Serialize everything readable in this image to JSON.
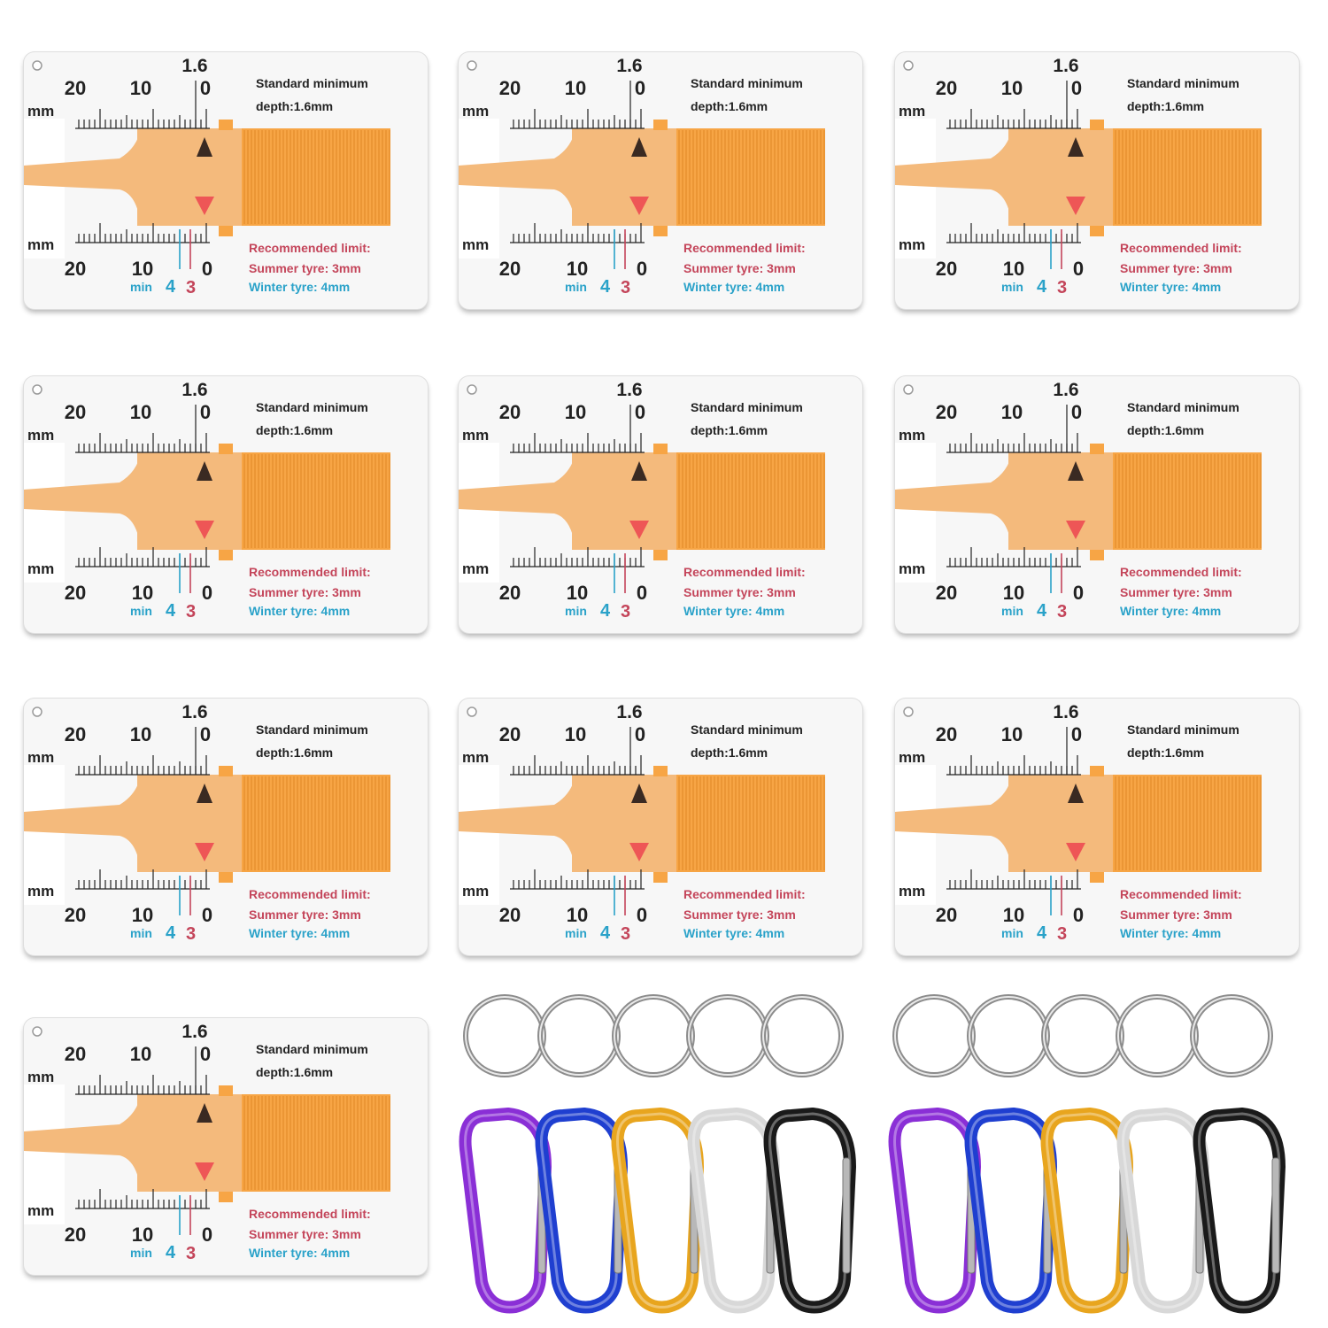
{
  "gauge": {
    "scale_unit": "mm",
    "top_scale_labels": [
      "20",
      "10",
      "0"
    ],
    "bottom_scale_labels": [
      "20",
      "10",
      "0"
    ],
    "marker_value": "1.6",
    "standard_title": "Standard minimum",
    "standard_depth": "depth:1.6mm",
    "recommended_title": "Recommended limit:",
    "summer_tyre": "Summer tyre: 3mm",
    "winter_tyre": "Winter tyre: 4mm",
    "min_label": "min",
    "winter_value": "4",
    "summer_value": "3"
  },
  "gauge_count": 10,
  "ring_sets": 2,
  "rings_per_set": 5,
  "carabiner_colors": [
    "#8a2fd6",
    "#1f3fd0",
    "#e8a51e",
    "#d8d8d8",
    "#1a1a1a"
  ],
  "colors": {
    "slider": "#f7a545",
    "slider_stem": "#f4ba7c",
    "summer_red": "#c4455a",
    "winter_blue": "#2aa2c9",
    "arrow_dark": "#3a2a22",
    "arrow_red": "#ee5656"
  }
}
